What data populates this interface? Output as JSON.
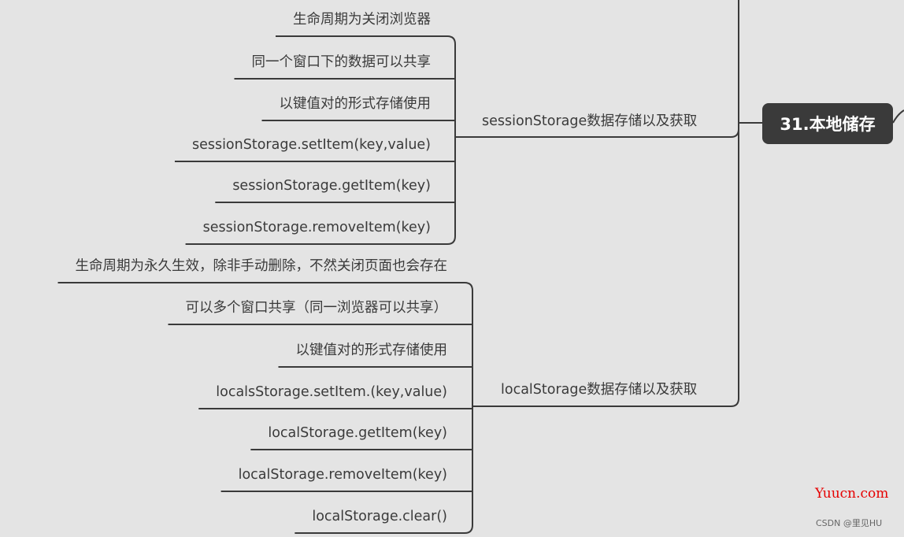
{
  "root": {
    "label": "31.本地储存"
  },
  "branches": [
    {
      "label": "sessionStorage数据存储以及获取",
      "items": [
        "生命周期为关闭浏览器",
        "同一个窗口下的数据可以共享",
        "以键值对的形式存储使用",
        "sessionStorage.setItem(key,value)",
        "sessionStorage.getItem(key)",
        "sessionStorage.removeItem(key)"
      ]
    },
    {
      "label": "localStorage数据存储以及获取",
      "items": [
        "生命周期为永久生效，除非手动删除，不然关闭页面也会存在",
        "可以多个窗口共享（同一浏览器可以共享）",
        "以键值对的形式存储使用",
        "localsStorage.setItem.(key,value)",
        "localStorage.getItem(key)",
        "localStorage.removeItem(key)",
        "localStorage.clear()"
      ]
    }
  ],
  "watermarks": {
    "site": "Yuucn.com",
    "author": "CSDN @里见HU"
  },
  "colors": {
    "line": "#3a3a3a",
    "background": "#e4e4e4",
    "root_fill": "#3a3a3a",
    "watermark": "#e60000"
  }
}
